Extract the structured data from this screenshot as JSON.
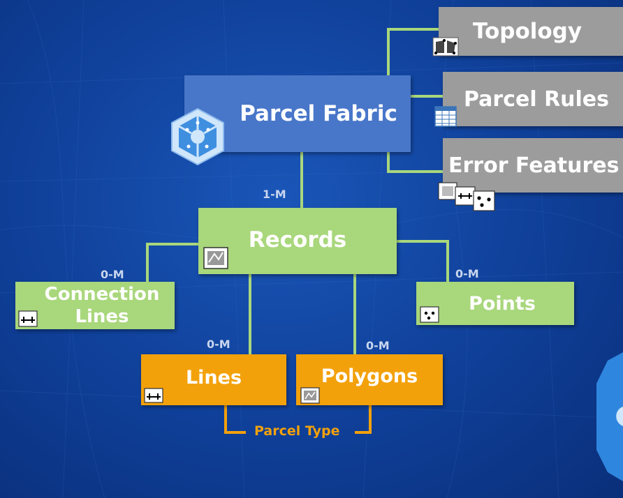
{
  "nodes": {
    "topology": "Topology",
    "parcel_rules": "Parcel Rules",
    "error_features": "Error Features",
    "parcel_fabric": "Parcel Fabric",
    "records": "Records",
    "connection_lines": "Connection Lines",
    "points": "Points",
    "lines": "Lines",
    "polygons": "Polygons"
  },
  "cardinality": {
    "records": "1-M",
    "connection_lines": "0-M",
    "points": "0-M",
    "lines": "0-M",
    "polygons": "0-M"
  },
  "parcel_type_label": "Parcel Type",
  "colors": {
    "background": "#0f3f98",
    "gray_node": "#9c9c9c",
    "blue_node": "#4876c9",
    "green_node": "#a9d77c",
    "orange_node": "#f3a10b",
    "connector_green": "#a9d77c",
    "connector_orange": "#f3a10b"
  }
}
